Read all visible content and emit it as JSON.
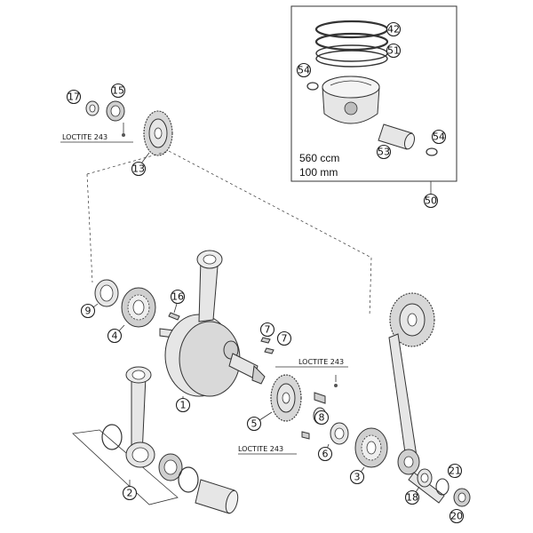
{
  "callouts": [
    {
      "id": "c1",
      "num": "1"
    },
    {
      "id": "c2",
      "num": "2"
    },
    {
      "id": "c3",
      "num": "3"
    },
    {
      "id": "c4",
      "num": "4"
    },
    {
      "id": "c5",
      "num": "5"
    },
    {
      "id": "c6",
      "num": "6"
    },
    {
      "id": "c7a",
      "num": "7"
    },
    {
      "id": "c7b",
      "num": "7"
    },
    {
      "id": "c8",
      "num": "8"
    },
    {
      "id": "c9",
      "num": "9"
    },
    {
      "id": "c13",
      "num": "13"
    },
    {
      "id": "c15",
      "num": "15"
    },
    {
      "id": "c16",
      "num": "16"
    },
    {
      "id": "c17",
      "num": "17"
    },
    {
      "id": "c18",
      "num": "18"
    },
    {
      "id": "c20",
      "num": "20"
    },
    {
      "id": "c21",
      "num": "21"
    },
    {
      "id": "c42",
      "num": "42"
    },
    {
      "id": "c50",
      "num": "50"
    },
    {
      "id": "c51",
      "num": "51"
    },
    {
      "id": "c53",
      "num": "53"
    },
    {
      "id": "c54a",
      "num": "54"
    },
    {
      "id": "c54b",
      "num": "54"
    }
  ],
  "labels": {
    "loctite_top": "LOCTITE 243",
    "loctite_mid": "LOCTITE 243",
    "loctite_bot": "LOCTITE 243",
    "spec_ccm": "560 ccm",
    "spec_mm": "100 mm"
  }
}
